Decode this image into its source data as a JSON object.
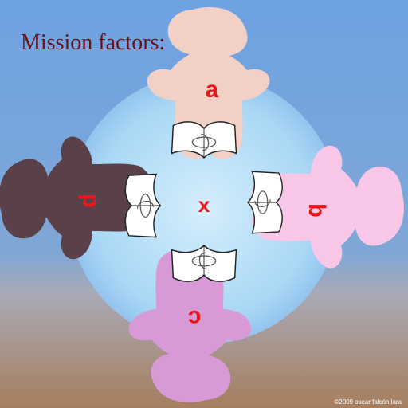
{
  "title": "Mission factors:",
  "center_label": "x",
  "credit": "©2009 oscar falcón lara",
  "factors": [
    {
      "key": "top",
      "label": "a",
      "color": "#f2d0c6"
    },
    {
      "key": "right",
      "label": "b",
      "color": "#f8c6e6"
    },
    {
      "key": "bottom",
      "label": "c",
      "color": "#d79ad6"
    },
    {
      "key": "left",
      "label": "d",
      "color": "#5a4049"
    }
  ],
  "colors": {
    "title": "#6e1016",
    "factor_label": "#e8171b",
    "sky_top": "#6ea2e2",
    "sky_bottom": "#a67e5e",
    "glow": "#a9d8f5",
    "pages": "#ffffff",
    "page_outline": "#222222"
  },
  "icons": [
    "book-icon",
    "book-icon",
    "book-icon",
    "book-icon"
  ]
}
